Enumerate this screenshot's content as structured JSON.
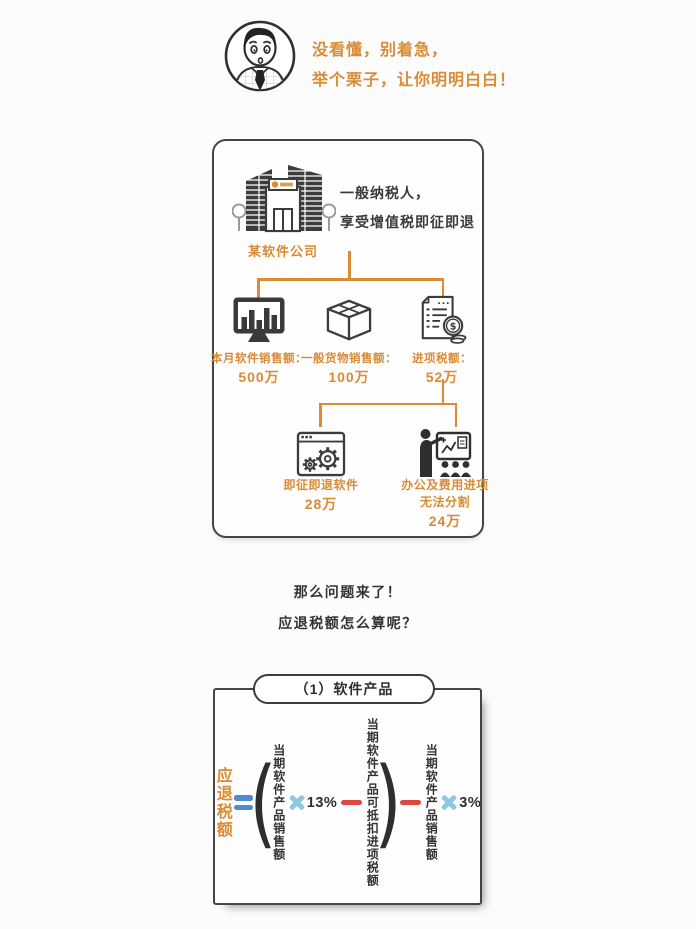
{
  "accents": {
    "orange": "#D98B35",
    "blue": "#4E8BD1",
    "light_blue": "#8CC9DF",
    "red": "#DC4840",
    "dark_text": "#3B3B3B"
  },
  "header": {
    "avatar_icon": "cartoon-man-avatar",
    "line1": "没看懂，别着急，",
    "line2": "举个栗子，让你明明白白！"
  },
  "example_box": {
    "company_icon": "office-building-icon",
    "company_label": "某软件公司",
    "intro_line1": "一般纳税人，",
    "intro_line2": "享受增值税即征即退",
    "branches": [
      {
        "icon": "monitor-bar-chart-icon",
        "label": "本月软件销售额：",
        "value": "500万"
      },
      {
        "icon": "package-box-icon",
        "label": "一般货物销售额：",
        "value": "100万"
      },
      {
        "icon": "invoice-coins-icon",
        "label": "进项税额：",
        "value": "52万"
      }
    ],
    "sub_branches": [
      {
        "icon": "software-window-gears-icon",
        "label": "即征即退软件",
        "value": "28万"
      },
      {
        "icon": "presenter-whiteboard-icon",
        "label": "办公及费用进项",
        "label2": "无法分割",
        "value": "24万"
      }
    ]
  },
  "question": {
    "line1": "那么问题来了！",
    "line2": "应退税额怎么算呢？"
  },
  "formula_box": {
    "title": "（1）软件产品",
    "result_label": "应退税额",
    "open_paren": "(",
    "close_paren": ")",
    "term1": "当期软件产品销售额",
    "rate1": "13%",
    "term2": "当期软件产品可抵扣进项税额",
    "term3": "当期软件产品销售额",
    "rate2": "3%",
    "operators": {
      "equals": "=",
      "multiply": "×",
      "minus": "−"
    }
  }
}
